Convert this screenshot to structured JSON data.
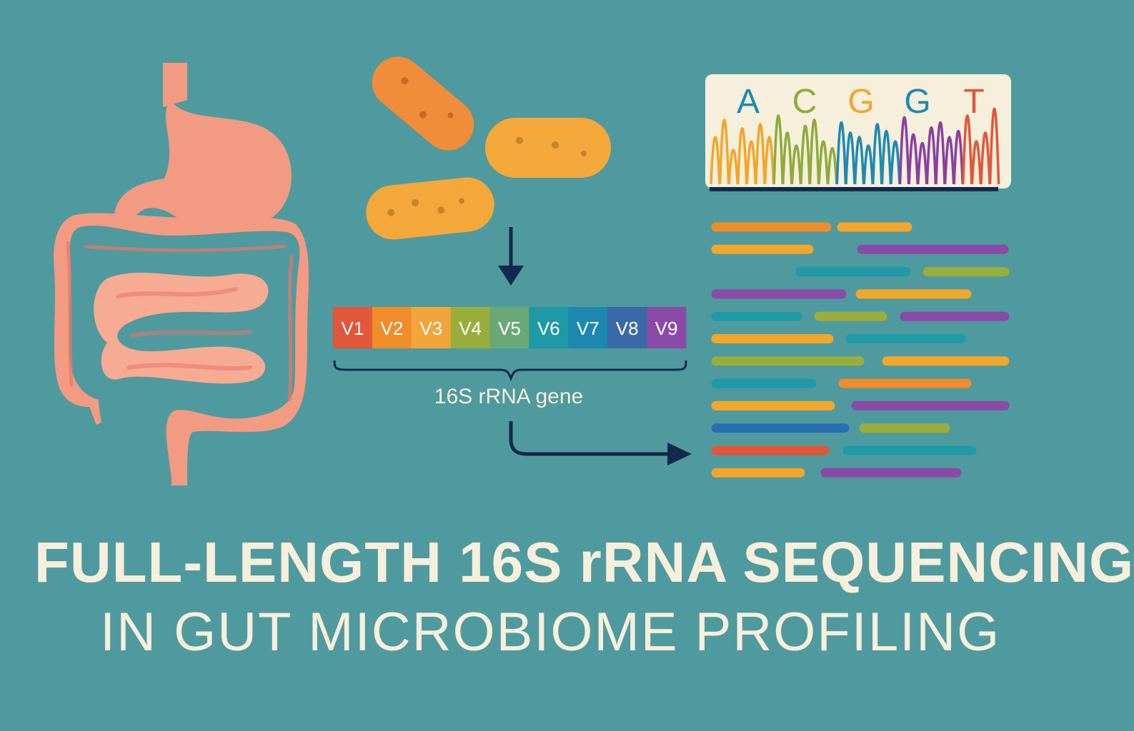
{
  "colors": {
    "background": "#4f9a9e",
    "gut": "#f39a82",
    "gut_dark": "#e57766",
    "bacteria_orange": "#f08c3a",
    "bacteria_yellow": "#f4a83a",
    "arrow": "#13294b",
    "cream": "#f6efdc"
  },
  "icons": [
    "digestive-tract-illustration",
    "bacterium-icon",
    "down-arrow-icon",
    "elbow-arrow-icon",
    "chromatogram-icon"
  ],
  "gene": {
    "regions": [
      {
        "label": "V1",
        "color": "#e2563a"
      },
      {
        "label": "V2",
        "color": "#f08c2a"
      },
      {
        "label": "V3",
        "color": "#f2a53a"
      },
      {
        "label": "V4",
        "color": "#9aae3c"
      },
      {
        "label": "V5",
        "color": "#6aa876"
      },
      {
        "label": "V6",
        "color": "#1f9aa6"
      },
      {
        "label": "V7",
        "color": "#1c88b0"
      },
      {
        "label": "V8",
        "color": "#3a69a8"
      },
      {
        "label": "V9",
        "color": "#8a4aa8"
      }
    ],
    "caption": "16S rRNA gene"
  },
  "chromatogram": {
    "bases": [
      {
        "letter": "A",
        "color": "#1c8ab0"
      },
      {
        "letter": "C",
        "color": "#8faa3a"
      },
      {
        "letter": "G",
        "color": "#f2a62a"
      },
      {
        "letter": "G",
        "color": "#1c8ab0"
      },
      {
        "letter": "T",
        "color": "#e2563a"
      }
    ],
    "peak_colors": [
      "#f2a62a",
      "#8faa3a",
      "#1c8ab0",
      "#8a3fa0",
      "#e2563a"
    ]
  },
  "reads": {
    "palette": [
      "#f08c2a",
      "#f2a62a",
      "#8a4aa8",
      "#1f9aa6",
      "#9aae3c",
      "#2a6fb0",
      "#e2563a"
    ]
  },
  "title": {
    "line1": "FULL-LENGTH 16S rRNA SEQUENCING",
    "line2": "IN GUT MICROBIOME PROFILING"
  }
}
